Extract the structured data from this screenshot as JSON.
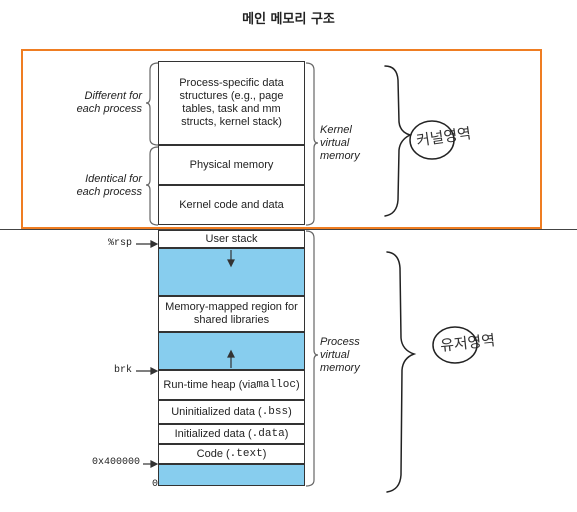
{
  "title": "메인 메모리 구조",
  "kernel": {
    "blocks": [
      "Process-specific data structures (e.g., page tables, task and mm structs, kernel stack)",
      "Physical memory",
      "Kernel code and data"
    ],
    "left_labels": [
      "Different for each process",
      "Identical for each process"
    ],
    "right_label": "Kernel virtual memory"
  },
  "user": {
    "blocks": {
      "user_stack": "User stack",
      "mmap": "Memory-mapped region for shared libraries",
      "heap_prefix": "Run-time heap (via ",
      "heap_code": "malloc",
      "heap_suffix": ")",
      "bss_prefix": "Uninitialized data (",
      "bss_code": ".bss",
      "bss_suffix": ")",
      "data_prefix": "Initialized data (",
      "data_code": ".data",
      "data_suffix": ")",
      "code_prefix": "Code (",
      "code_code": ".text",
      "code_suffix": ")"
    },
    "registers": [
      "%rsp",
      "brk",
      "0x400000",
      "0"
    ],
    "right_label": "Process virtual memory"
  },
  "annotations": {
    "kernel_handwritten": "커널영역",
    "user_handwritten": "유저영역"
  },
  "colors": {
    "frame": "#ef7d22",
    "blue_fill": "#87cdee"
  }
}
